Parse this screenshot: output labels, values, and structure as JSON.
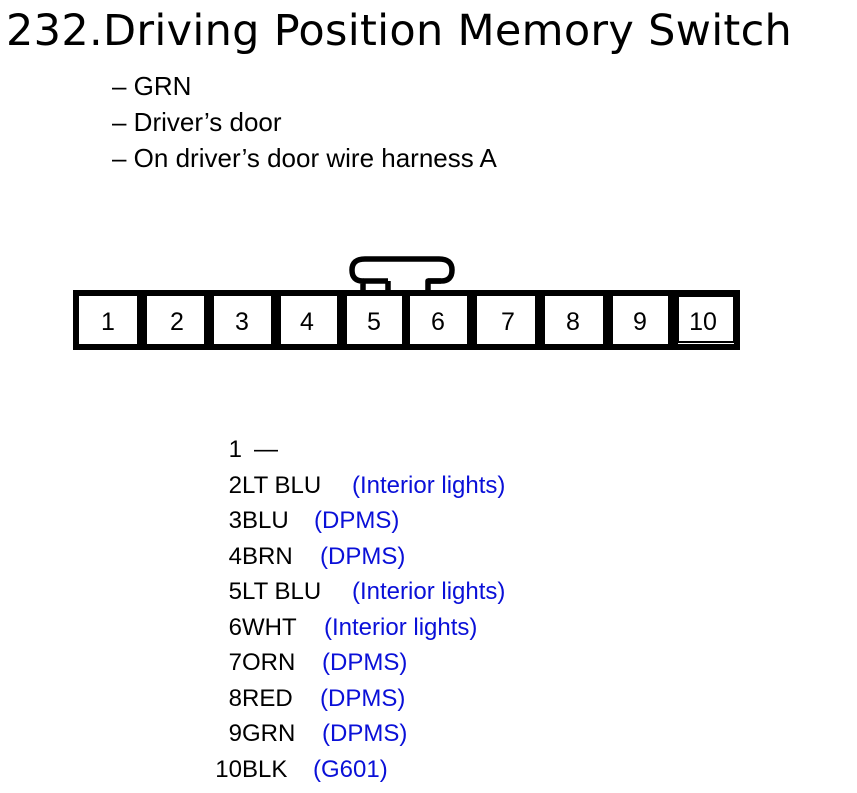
{
  "title": "232.Driving Position Memory Switch",
  "info": [
    "– GRN",
    "– Driver’s door",
    "– On driver’s door wire harness A"
  ],
  "connector": {
    "pin_labels": [
      "1",
      "2",
      "3",
      "4",
      "5",
      "6",
      "7",
      "8",
      "9",
      "10"
    ]
  },
  "pins": [
    {
      "number": "1",
      "wire": "—",
      "description": ""
    },
    {
      "number": "2",
      "wire": "LT BLU",
      "description": "(Interior lights)"
    },
    {
      "number": "3",
      "wire": "BLU",
      "description": "(DPMS)"
    },
    {
      "number": "4",
      "wire": "BRN",
      "description": "(DPMS)"
    },
    {
      "number": "5",
      "wire": "LT BLU",
      "description": "(Interior lights)"
    },
    {
      "number": "6",
      "wire": "WHT",
      "description": "(Interior lights)"
    },
    {
      "number": "7",
      "wire": "ORN",
      "description": "(DPMS)"
    },
    {
      "number": "8",
      "wire": "RED",
      "description": "(DPMS)"
    },
    {
      "number": "9",
      "wire": "GRN",
      "description": "(DPMS)"
    },
    {
      "number": "10",
      "wire": "BLK",
      "description": "(G601)"
    }
  ],
  "colors": {
    "text": "#000000",
    "annotation": "#0a10d8"
  }
}
